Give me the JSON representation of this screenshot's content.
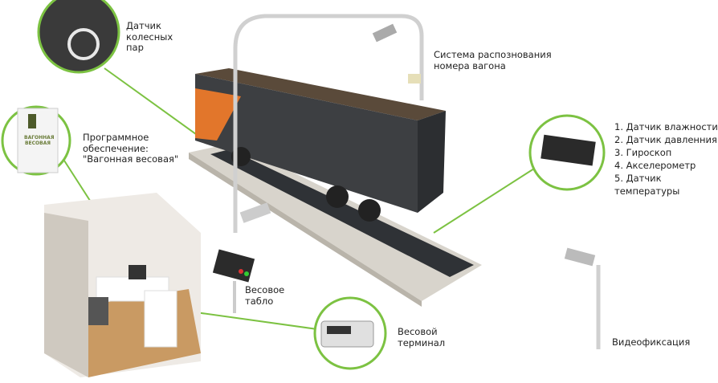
{
  "labels": {
    "wheel_sensor": [
      "Датчик",
      "колесных",
      "пар"
    ],
    "recognition": [
      "Система распознования",
      "номера вагона"
    ],
    "software": [
      "Программное",
      "обеспечение:",
      "\"Вагонная весовая\""
    ],
    "software_box": [
      "ВАГОННАЯ",
      "ВЕСОВАЯ"
    ],
    "sensors": [
      "1. Датчик влажности",
      "2. Датчик давленния",
      "3. Гироскоп",
      "4. Акселерометр",
      "5. Датчик температуры"
    ],
    "display": [
      "Весовое",
      "табло"
    ],
    "terminal": [
      "Весовой",
      "терминал"
    ],
    "video": "Видеофиксация"
  },
  "colors": {
    "accent": "#7cc242",
    "wagon": "#3d3f42",
    "stripe": "#e2762b"
  }
}
